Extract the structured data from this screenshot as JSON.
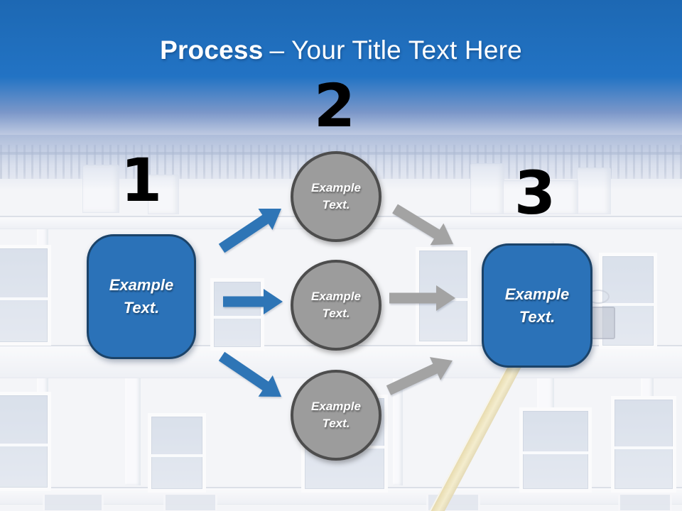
{
  "title": {
    "bold_part": "Process",
    "regular_part": "– Your Title Text Here"
  },
  "step_numbers": {
    "one": "1",
    "two": "2",
    "three": "3"
  },
  "start_box": {
    "label": "Example Text."
  },
  "end_box": {
    "label": "Example Text."
  },
  "circles": [
    {
      "label": "Example Text."
    },
    {
      "label": "Example Text."
    },
    {
      "label": "Example Text."
    }
  ],
  "colors": {
    "header_blue": "#2273c4",
    "title_text": "#ffffff",
    "number_text": "#000000",
    "box_fill": "#2b72b8",
    "box_border": "#1b4369",
    "circle_fill": "#9c9c9c",
    "circle_border": "#4d4d4d",
    "blue_arrow": "#2e75b6",
    "gray_arrow": "#a3a3a3"
  }
}
